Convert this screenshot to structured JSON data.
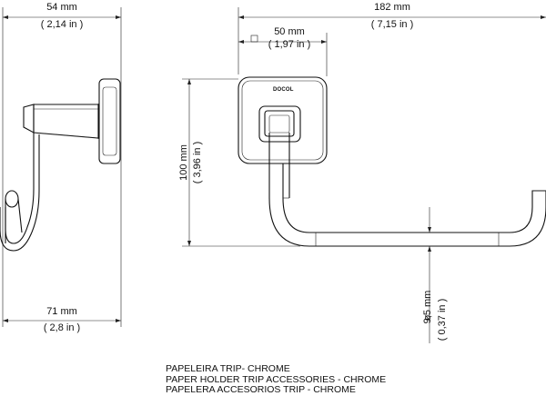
{
  "dimensions": {
    "side_width": {
      "value": "54 mm",
      "inches": "( 2,14 in )"
    },
    "side_depth": {
      "value": "71 mm",
      "inches": "( 2,8 in )"
    },
    "total_width": {
      "value": "182 mm",
      "inches": "( 7,15 in )"
    },
    "plate_size": {
      "value": "50 mm",
      "inches": "( 1,97 in )"
    },
    "height": {
      "value": "100 mm",
      "inches": "( 3,96 in )"
    },
    "rod_diameter": {
      "symbol": "ø",
      "value": "9,5 mm",
      "inches": "( 0,37 in )"
    }
  },
  "brand_label": "DOCOL",
  "caption": {
    "line1": "PAPELEIRA TRIP- CHROME",
    "line2": "PAPER HOLDER TRIP ACCESSORIES - CHROME",
    "line3": "PAPELERA ACCESORIOS TRIP - CHROME"
  }
}
